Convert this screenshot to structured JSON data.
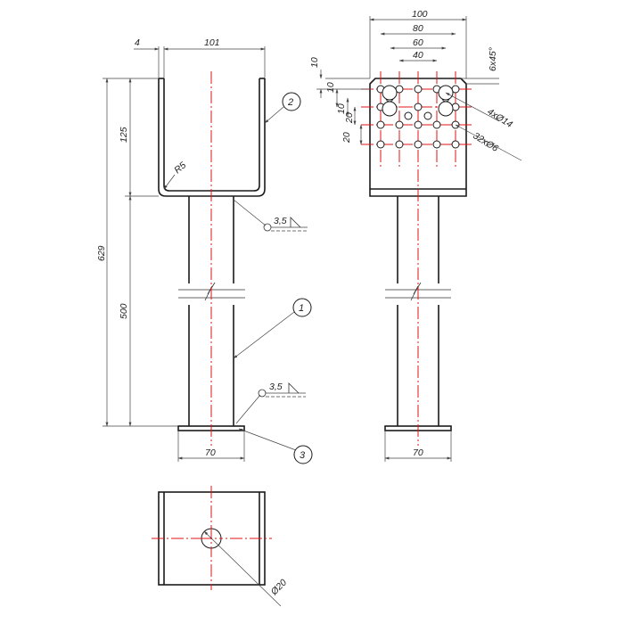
{
  "front_view": {
    "dim_top_small": "4",
    "dim_top_width": "101",
    "dim_total_height": "629",
    "dim_bracket_height": "125",
    "dim_tube_length": "500",
    "dim_radius": "R5",
    "dim_base_width": "70",
    "weld_top": "3,5",
    "weld_bottom": "3,5",
    "balloon_1": "1",
    "balloon_2": "2",
    "balloon_3": "3"
  },
  "side_view": {
    "dim_100": "100",
    "dim_80": "80",
    "dim_60": "60",
    "dim_40": "40",
    "dim_v10_a": "10",
    "dim_v10_b": "10",
    "dim_v10_c": "10",
    "dim_v20_a": "20",
    "dim_v20_b": "20",
    "dim_chamfer": "6x45°",
    "dim_large_holes": "4xØ14",
    "dim_small_holes": "32xØ6",
    "dim_base_width": "70"
  },
  "bottom_view": {
    "dim_center_hole": "Ø20"
  },
  "colors": {
    "outline": "#1a1a1a",
    "centerline": "#e01515",
    "dimension": "#444444"
  }
}
